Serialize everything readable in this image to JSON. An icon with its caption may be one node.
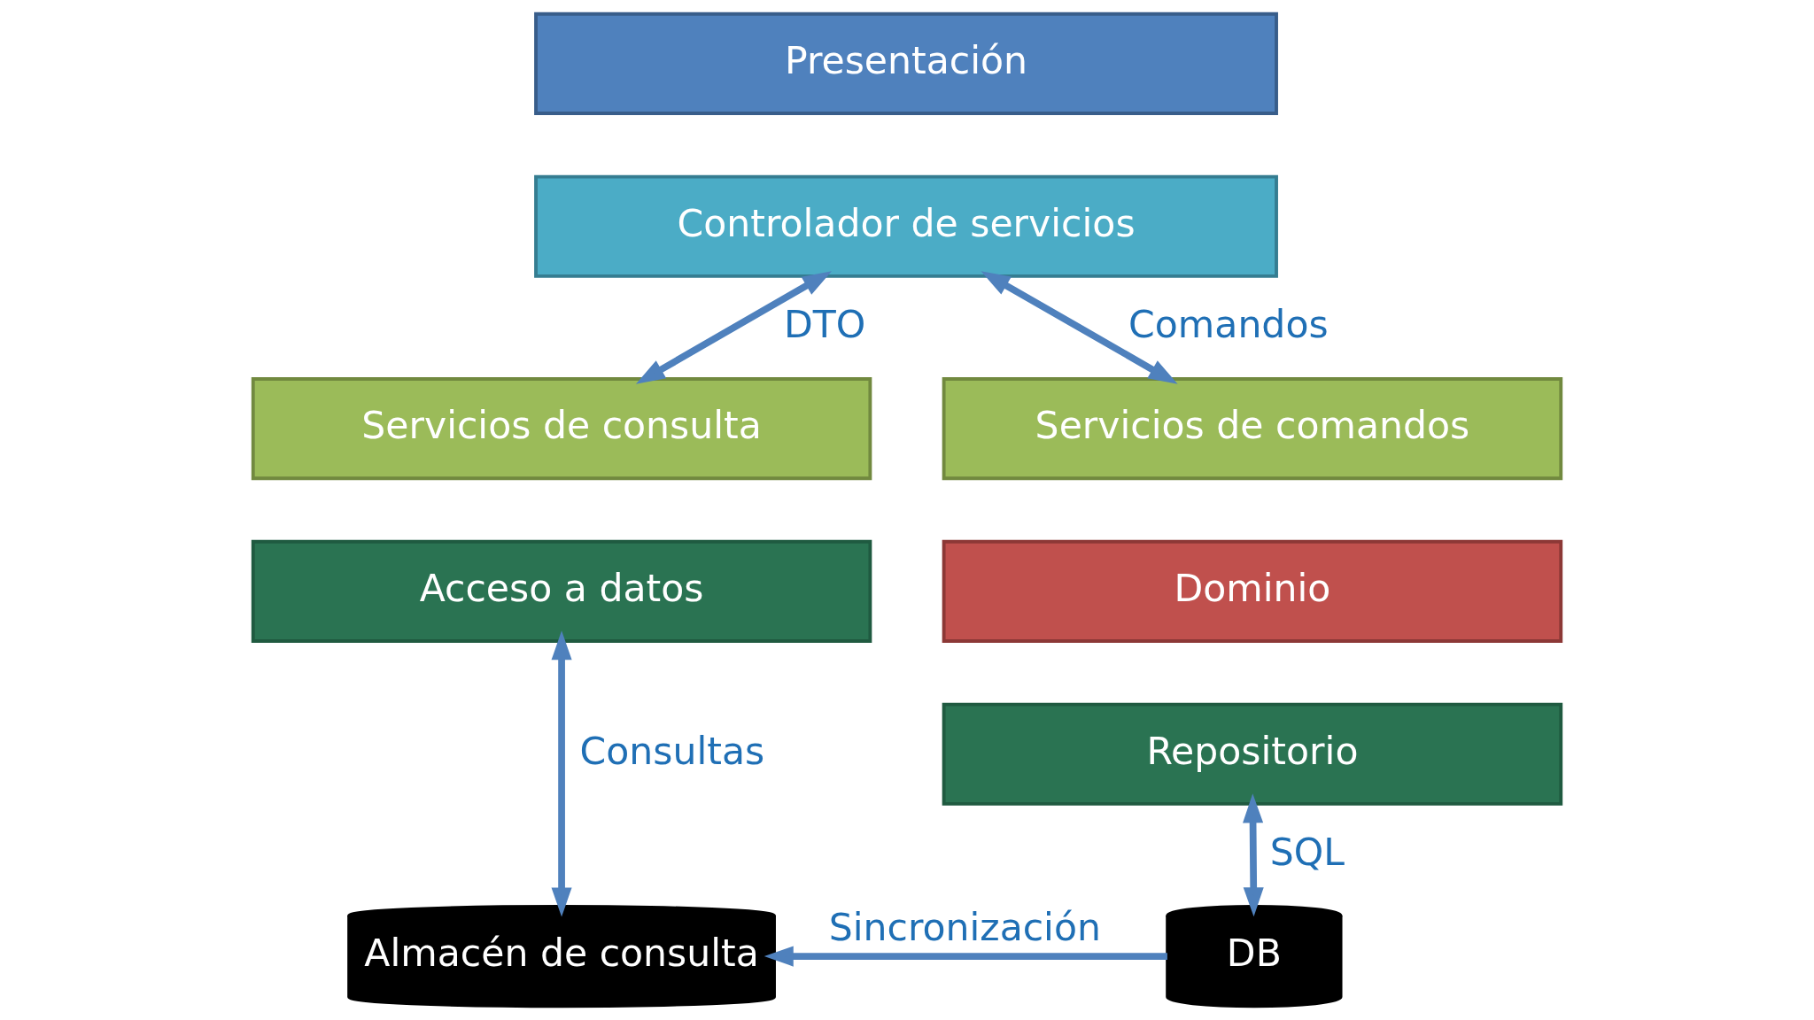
{
  "diagram": {
    "nodes": [
      {
        "text": [
          "Presentación"
        ]
      },
      {
        "text": [
          "Controlador de servicios"
        ]
      },
      {
        "text": [
          "Servicios de consulta"
        ]
      },
      {
        "text": [
          "Acceso a datos"
        ]
      },
      {
        "text": [
          "Servicios de comandos"
        ]
      },
      {
        "text": [
          "Dominio"
        ]
      },
      {
        "text": [
          "Repositorio"
        ]
      },
      {
        "text": [
          "Almacén de consulta"
        ]
      },
      {
        "text": [
          "DB"
        ]
      }
    ],
    "edges": [
      {
        "from": 1,
        "to": 2,
        "arrow": "both",
        "label": "DTO"
      },
      {
        "from": 1,
        "to": 4,
        "arrow": "both",
        "label": "Comandos"
      },
      {
        "from": 3,
        "to": 7,
        "arrow": "both",
        "label": "Consultas"
      },
      {
        "from": 6,
        "to": 8,
        "arrow": "both",
        "label": "SQL"
      },
      {
        "from": 8,
        "to": 7,
        "arrow": "to",
        "label": "Sincronización"
      }
    ]
  }
}
